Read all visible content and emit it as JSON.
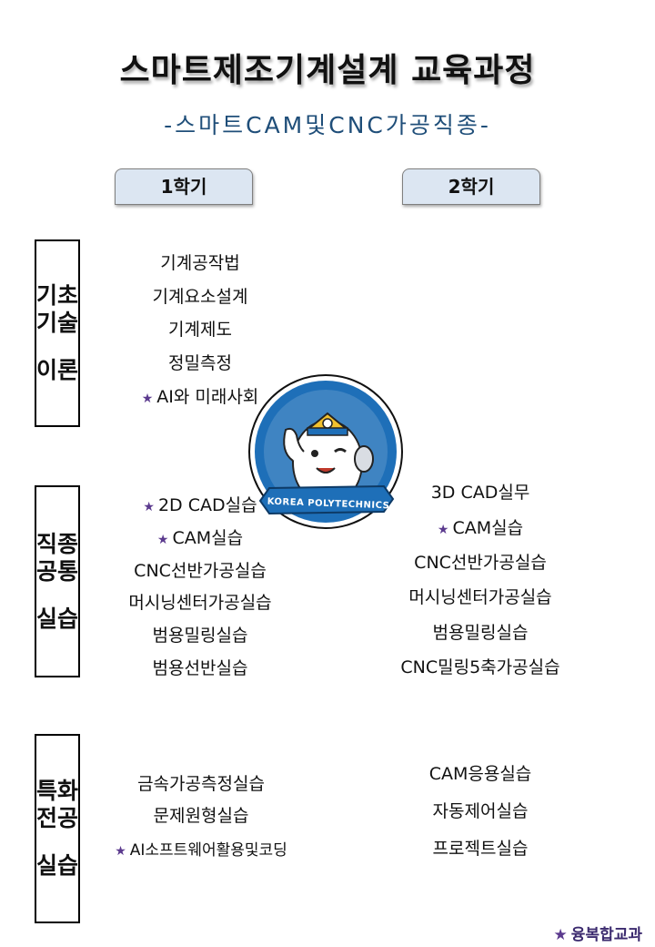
{
  "title": "스마트제조기계설계 교육과정",
  "subtitle": "-스마트CAM및CNC가공직종-",
  "semesters": [
    "1학기",
    "2학기"
  ],
  "categories": {
    "basic": [
      "기초기술",
      "이론"
    ],
    "common": [
      "직종공통",
      "실습"
    ],
    "special": [
      "특화전공",
      "실습"
    ]
  },
  "courses": {
    "basic": {
      "sem1": [
        {
          "name": "기계공작법",
          "star": false
        },
        {
          "name": "기계요소설계",
          "star": false
        },
        {
          "name": "기계제도",
          "star": false
        },
        {
          "name": "정밀측정",
          "star": false
        },
        {
          "name": "AI와 미래사회",
          "star": true
        }
      ]
    },
    "common": {
      "sem1": [
        {
          "name": "2D CAD실습",
          "star": true
        },
        {
          "name": "CAM실습",
          "star": true
        },
        {
          "name": "CNC선반가공실습",
          "star": false
        },
        {
          "name": "머시닝센터가공실습",
          "star": false
        },
        {
          "name": "범용밀링실습",
          "star": false
        },
        {
          "name": "범용선반실습",
          "star": false
        }
      ],
      "sem2": [
        {
          "name": "3D CAD실무",
          "star": false
        },
        {
          "name": "CAM실습",
          "star": true
        },
        {
          "name": "CNC선반가공실습",
          "star": false
        },
        {
          "name": "머시닝센터가공실습",
          "star": false
        },
        {
          "name": "범용밀링실습",
          "star": false
        },
        {
          "name": "CNC밀링5축가공실습",
          "star": false
        }
      ]
    },
    "special": {
      "sem1": [
        {
          "name": "금속가공측정실습",
          "star": false
        },
        {
          "name": "문제원형실습",
          "star": false
        },
        {
          "name": "AI소프트웨어활용및코딩",
          "star": true
        }
      ],
      "sem2": [
        {
          "name": "CAM응용실습",
          "star": false
        },
        {
          "name": "자동제어실습",
          "star": false
        },
        {
          "name": "프로젝트실습",
          "star": false
        }
      ]
    }
  },
  "logo_text": "KOREA POLYTECHNICS",
  "legend": {
    "star": "★",
    "label": "융복합교과"
  },
  "colors": {
    "subtitle": "#1f4e79",
    "semester_bg": "#dce6f2",
    "star": "#5b3a8e",
    "logo_blue": "#1e6fb8"
  }
}
